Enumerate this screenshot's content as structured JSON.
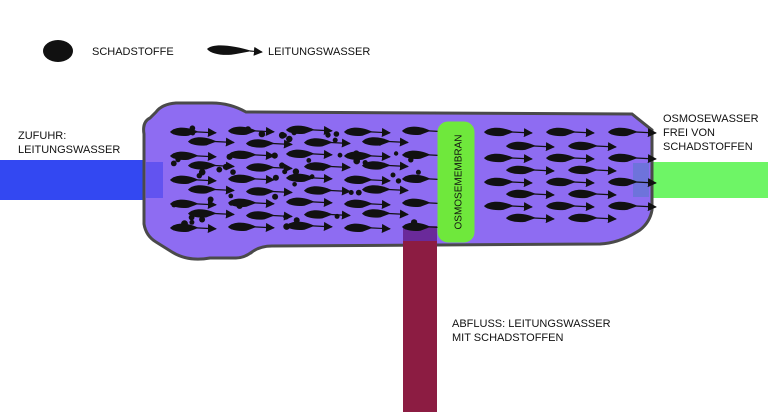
{
  "legend": {
    "pollutant": "SCHADSTOFFE",
    "tap_water": "LEITUNGSWASSER"
  },
  "labels": {
    "inlet_line1": "ZUFUHR:",
    "inlet_line2": "LEITUNGSWASSER",
    "outlet_line1": "OSMOSEWASSER",
    "outlet_line2": "FREI VON",
    "outlet_line3": "SCHADSTOFFEN",
    "drain_line1": "ABFLUSS: LEITUNGSWASSER",
    "drain_line2": "MIT SCHADSTOFFEN",
    "membrane": "OSMOSEMEMBRAN"
  },
  "colors": {
    "inlet_pipe": "#3348f2",
    "outlet_pipe": "#6ef566",
    "drain_pipe": "#8c1c42",
    "chamber_fill": "#8e6cf2",
    "chamber_stroke": "#4a4a4a",
    "membrane_fill": "#6fe83c",
    "particles": "#111111"
  },
  "icons": {
    "pollutant": "pollutant-particle-icon",
    "water_flow": "water-flow-arrow-icon"
  }
}
